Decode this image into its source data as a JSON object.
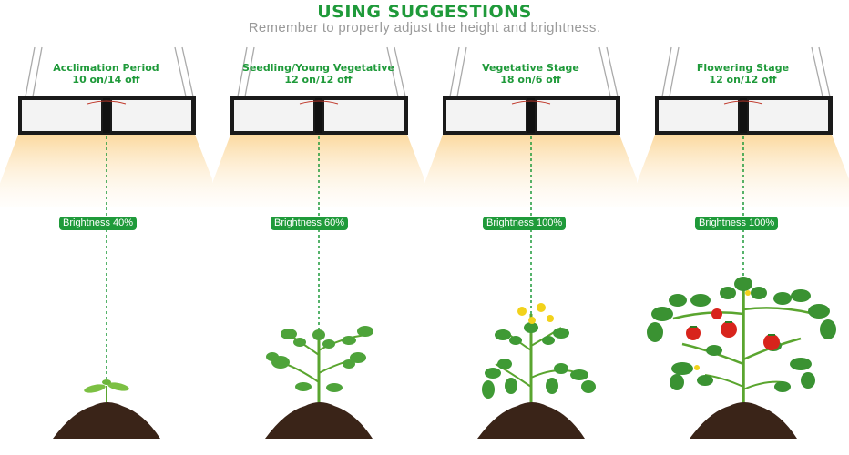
{
  "header": {
    "title": "USING SUGGESTIONS",
    "subtitle": "Remember to properly adjust the height and brightness."
  },
  "colors": {
    "accent_green": "#1f9a3a",
    "light_glow": "#fde3b4",
    "soil": "#3a2418"
  },
  "stages": [
    {
      "name": "Acclimation Period",
      "schedule": "10 on/14 off",
      "brightness": "Brightness 40%",
      "brightness_level": 0.4,
      "plant": "seedling"
    },
    {
      "name": "Seedling/Young Vegetative",
      "schedule": "12 on/12 off",
      "brightness": "Brightness 60%",
      "brightness_level": 0.6,
      "plant": "young-vegetative"
    },
    {
      "name": "Vegetative Stage",
      "schedule": "18 on/6 off",
      "brightness": "Brightness 100%",
      "brightness_level": 1.0,
      "plant": "flowering-buds"
    },
    {
      "name": "Flowering Stage",
      "schedule": "12 on/12 off",
      "brightness": "Brightness 100%",
      "brightness_level": 1.0,
      "plant": "tomato-fruits"
    }
  ]
}
